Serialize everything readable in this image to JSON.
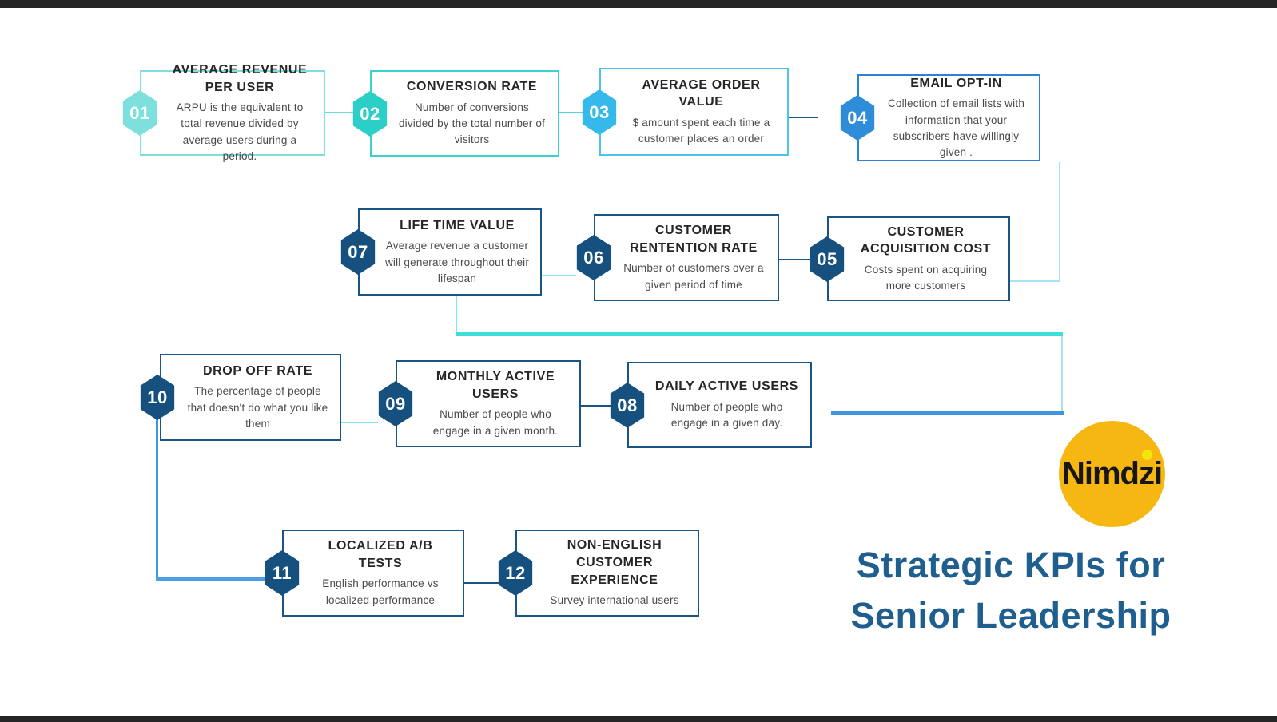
{
  "page": {
    "background_color": "#ffffff",
    "top_bar_color": "#262626",
    "bottom_bar_color": "#262626"
  },
  "branding": {
    "logo_text": "Nimdzi",
    "logo_circle_color": "#F7B713",
    "logo_text_color": "#161616",
    "logo_dot_color": "#F2E50B",
    "title_line1": "Strategic KPIs for",
    "title_line2": "Senior Leadership",
    "title_color": "#1F5F90"
  },
  "colors": {
    "aqua": "#7EE0DC",
    "teal": "#2BCFC7",
    "sky_blue": "#35B8EA",
    "blue": "#2E8CD9",
    "navy": "#15507E",
    "navy_border": "#1A5585",
    "line_teal_thick": "#3EDFD8",
    "line_blue_thick": "#3E96E3",
    "line_cyan_light": "#A3E4F2",
    "line_cyan": "#86E5F0"
  },
  "kpis": [
    {
      "number": "01",
      "title": "AVERAGE REVENUE PER USER",
      "description": "ARPU is the equivalent to total revenue divided by average users during a period.",
      "badge_color": "#7EE0DC",
      "border_color": "#7EE0DC"
    },
    {
      "number": "02",
      "title": "CONVERSION RATE",
      "description": "Number of conversions divided by the total number of visitors",
      "badge_color": "#2BCFC7",
      "border_color": "#3BD2CB"
    },
    {
      "number": "03",
      "title": "AVERAGE ORDER VALUE",
      "description": "$ amount spent each time a customer places an order",
      "badge_color": "#35B8EA",
      "border_color": "#4AC4EF"
    },
    {
      "number": "04",
      "title": "EMAIL OPT-IN",
      "description": "Collection of email lists with information that your subscribers have willingly given .",
      "badge_color": "#2E8CD9",
      "border_color": "#2B84D3"
    },
    {
      "number": "05",
      "title": "CUSTOMER ACQUISITION COST",
      "description": "Costs spent on acquiring more customers",
      "badge_color": "#15507E",
      "border_color": "#1A5585"
    },
    {
      "number": "06",
      "title": "CUSTOMER RENTENTION RATE",
      "description": "Number of customers  over a given period of time",
      "badge_color": "#15507E",
      "border_color": "#1A5585"
    },
    {
      "number": "07",
      "title": "LIFE TIME VALUE",
      "description": "Average revenue  a customer will generate throughout their lifespan",
      "badge_color": "#15507E",
      "border_color": "#1A5585"
    },
    {
      "number": "08",
      "title": "DAILY ACTIVE USERS",
      "description": "Number of people who engage in a given day.",
      "badge_color": "#15507E",
      "border_color": "#1A5585"
    },
    {
      "number": "09",
      "title": "MONTHLY ACTIVE USERS",
      "description": "Number of people who engage in a given month.",
      "badge_color": "#15507E",
      "border_color": "#1A5585"
    },
    {
      "number": "10",
      "title": "DROP OFF RATE",
      "description": "The percentage of people that doesn't do what you like them",
      "badge_color": "#15507E",
      "border_color": "#1A5585"
    },
    {
      "number": "11",
      "title": "LOCALIZED A/B TESTS",
      "description": "English performance vs localized performance",
      "badge_color": "#15507E",
      "border_color": "#1A5585"
    },
    {
      "number": "12",
      "title": "NON-ENGLISH CUSTOMER EXPERIENCE",
      "description": "Survey international users",
      "badge_color": "#15507E",
      "border_color": "#1A5585"
    }
  ]
}
